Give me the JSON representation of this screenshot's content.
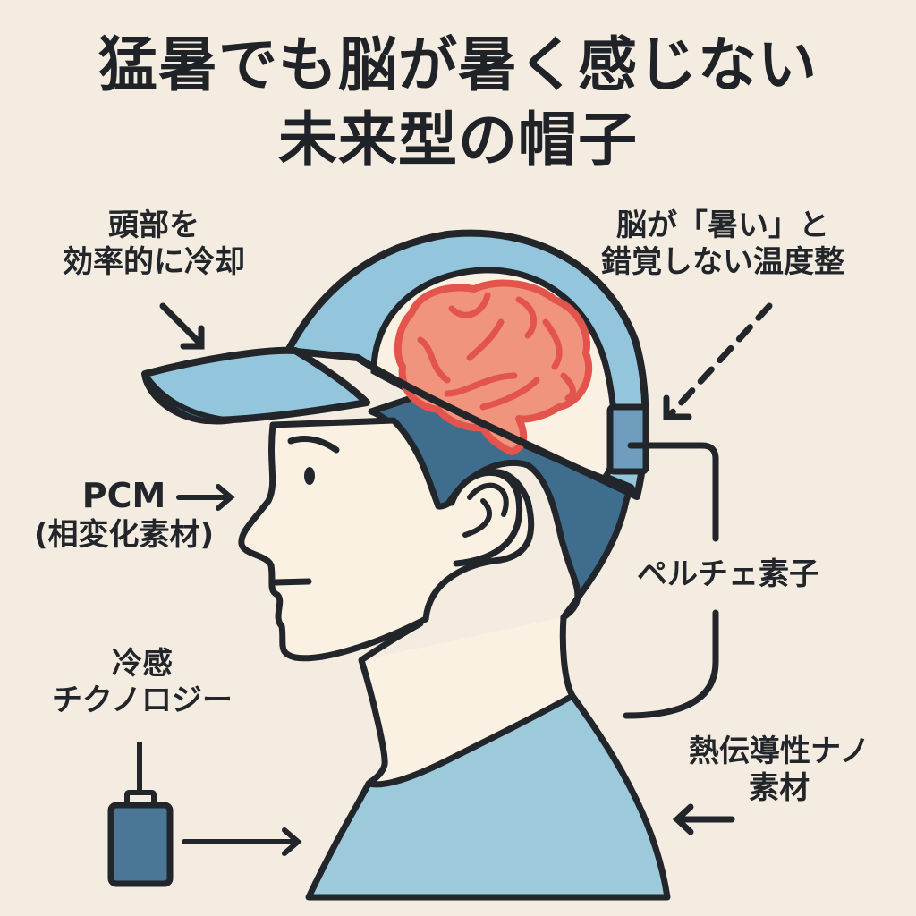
{
  "title": {
    "line1": "猛暑でも脳が暑く感じない",
    "line2": "未来型の帽子"
  },
  "labels": {
    "head_cooling": {
      "line1": "頭部を",
      "line2": "効率的に冷却"
    },
    "thermostat": {
      "line1": "脳が「暑い」と",
      "line2": "錯覚しない温度整"
    },
    "pcm": {
      "line1": "PCM",
      "line2": "(相変化素材)"
    },
    "peltier": {
      "line1": "ペルチェ素子"
    },
    "cooling_tech": {
      "line1": "冷感",
      "line2": "チクノロジー"
    },
    "nano": {
      "line1": "熱伝導性ナノ",
      "line2": "素材"
    }
  },
  "colors": {
    "background": "#f4ece0",
    "cap_light_blue": "#93c6dc",
    "cap_dark_blue": "#3f6d8e",
    "brain_fill": "#f1947d",
    "brain_outline": "#e2544c",
    "skin": "#faf1e3",
    "outline": "#22262a",
    "shirt": "#9ccadb"
  },
  "icons": {
    "device": "battery-pack-icon",
    "sensor": "thermostat-sensor-icon",
    "brain": "brain-icon"
  }
}
